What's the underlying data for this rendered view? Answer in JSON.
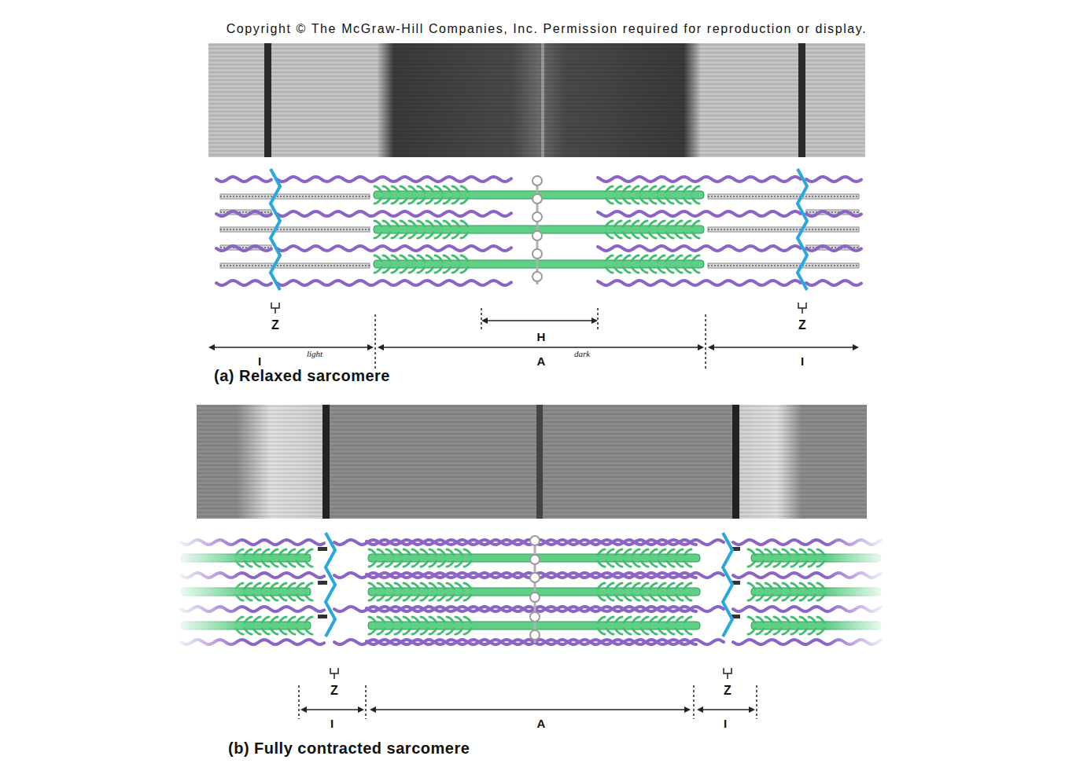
{
  "diagram": {
    "labels": [
      "Copyright © The McGraw-Hill Companies, Inc. Permission required for reproduction or display.",
      "Z",
      "Z",
      "H",
      "I",
      "light",
      "A",
      "dark",
      "I",
      "(a) Relaxed sarcomere",
      "Z",
      "Z",
      "I",
      "A",
      "I",
      "(b) Fully contracted sarcomere"
    ]
  }
}
